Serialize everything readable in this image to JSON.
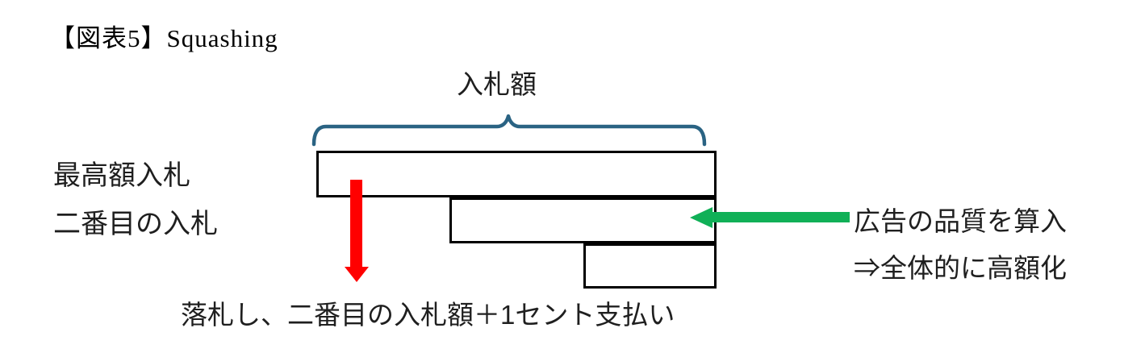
{
  "title": "【図表5】Squashing",
  "diagram": {
    "top_label": "入札額",
    "row_labels": {
      "highest_bid": "最高額入札",
      "second_bid": "二番目の入札"
    },
    "bars": [
      {
        "name": "highest-bid-bar"
      },
      {
        "name": "second-bid-bar"
      },
      {
        "name": "third-bid-bar"
      }
    ],
    "right_note": {
      "line1": "広告の品質を算入",
      "line2": "⇒全体的に高額化"
    },
    "bottom_note": "落札し、二番目の入札額＋1セント支払い"
  },
  "icons": {
    "brace": "horizontal-brace-icon",
    "red_arrow": "down-arrow-icon",
    "green_arrow": "left-arrow-icon"
  },
  "colors": {
    "brace": "#2A6383",
    "bar_border": "#000000",
    "bar_fill": "#FFFFFF",
    "arrow_red": "#FF0000",
    "arrow_green": "#10B057",
    "text": "#1F1F1F"
  }
}
